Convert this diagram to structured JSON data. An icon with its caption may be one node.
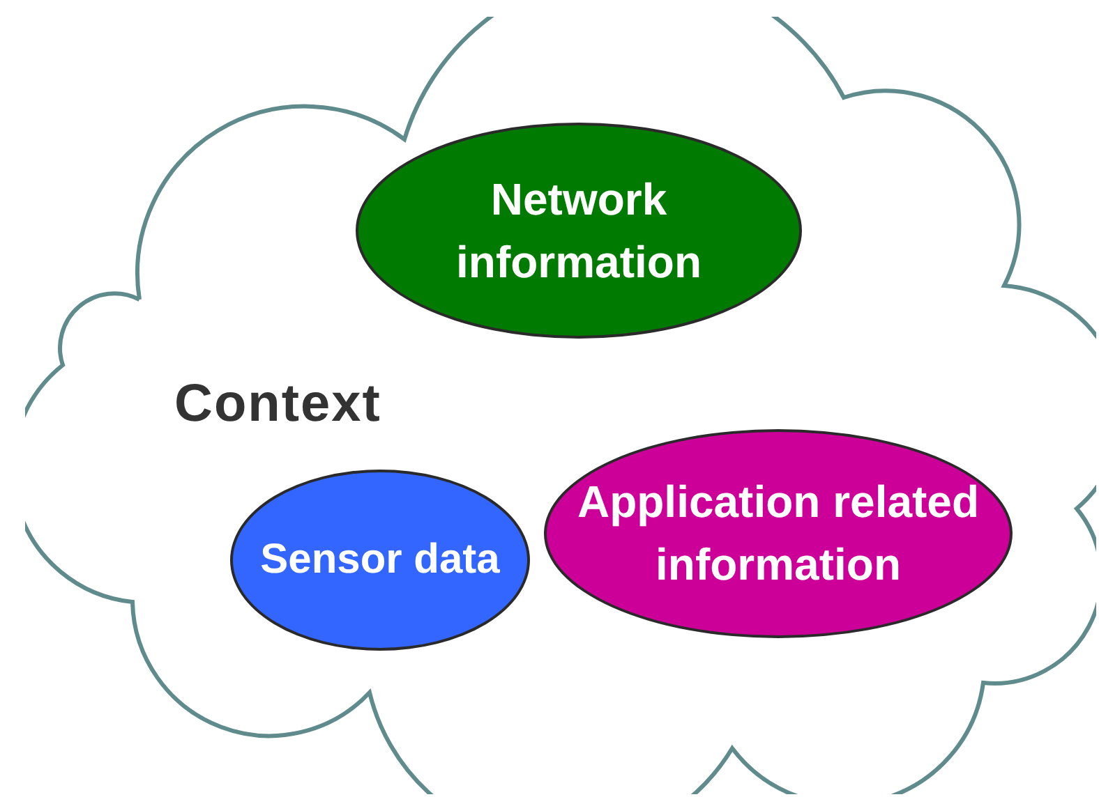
{
  "diagram": {
    "nodes": [
      {
        "text": [
          "Context"
        ]
      },
      {
        "text": [
          "Network information"
        ],
        "in": 0
      },
      {
        "text": [
          "Application related information"
        ],
        "in": 0
      },
      {
        "text": [
          "Sensor data"
        ],
        "in": 0
      }
    ]
  }
}
